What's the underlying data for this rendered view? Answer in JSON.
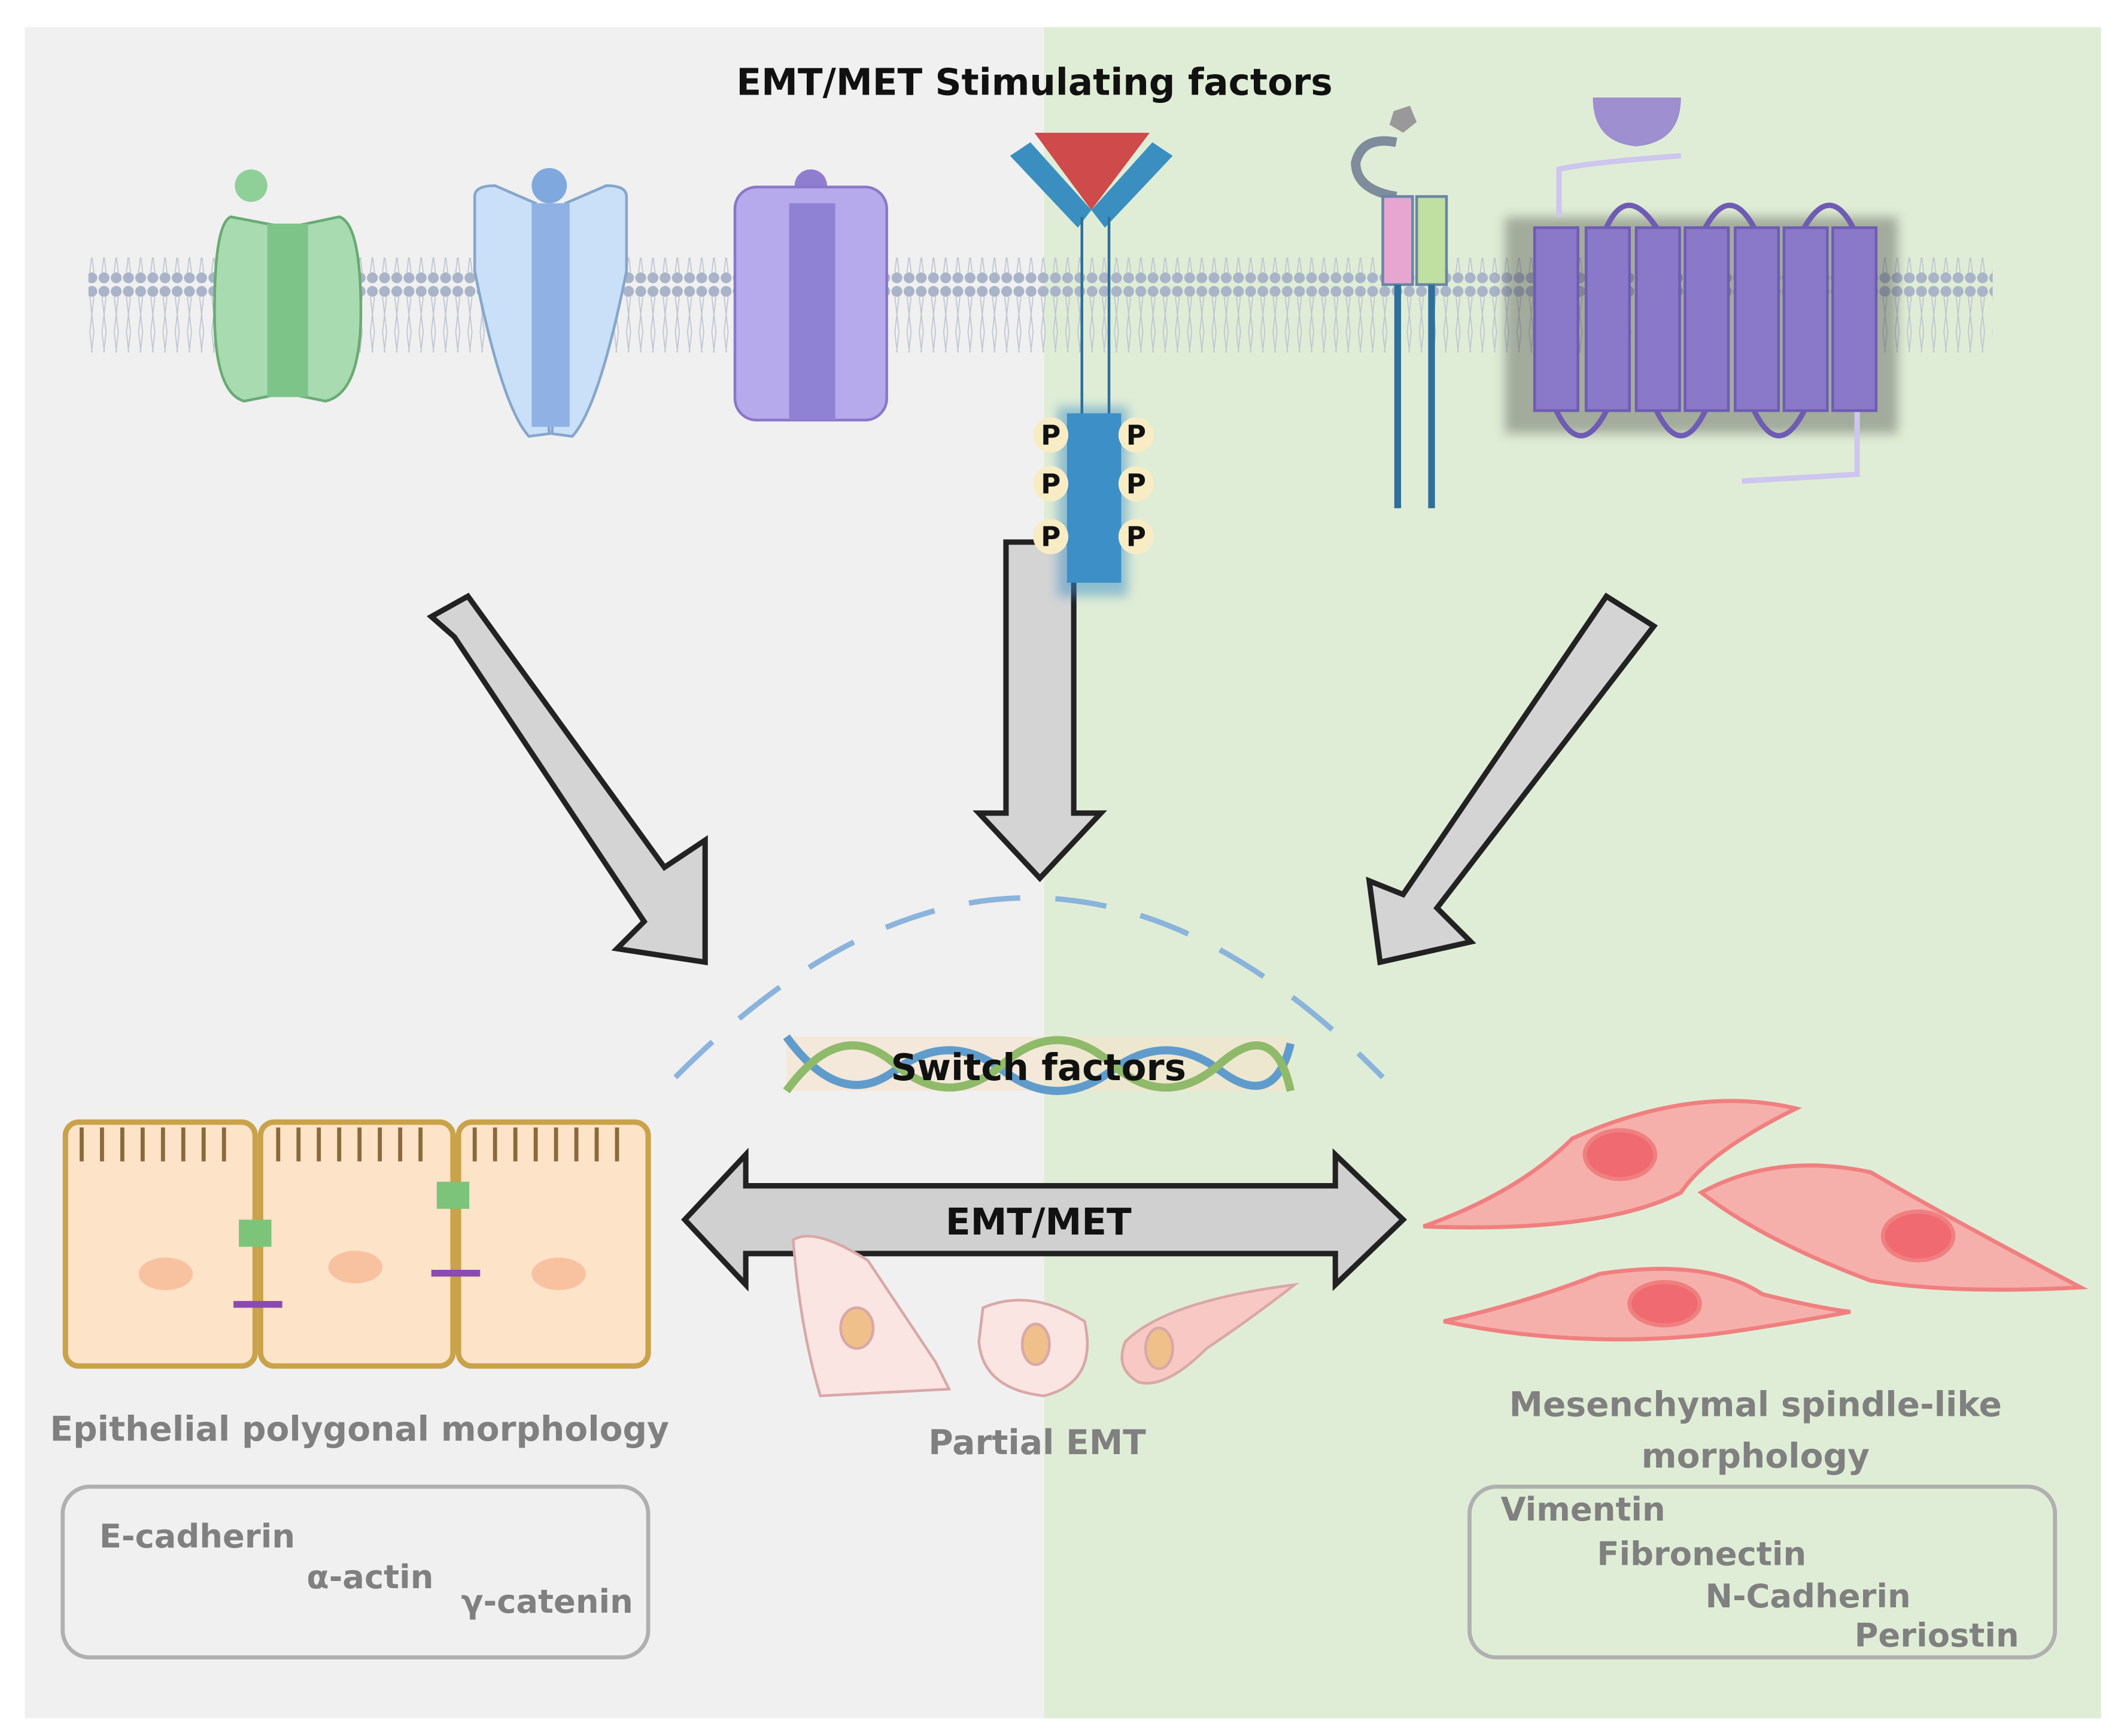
{
  "title": "EMT/MET Stimulating factors",
  "switch_label": "Switch factors",
  "transition_label": "EMT/MET",
  "phospho_label": "P",
  "epithelial": {
    "label": "Epithelial polygonal morphology",
    "markers": [
      "E-cadherin",
      "α-actin",
      "γ-catenin"
    ]
  },
  "partial": {
    "label": "Partial EMT"
  },
  "mesenchymal": {
    "label_line1": "Mesenchymal spindle-like",
    "label_line2": "morphology",
    "markers": [
      "Vimentin",
      "Fibronectin",
      "N-Cadherin",
      "Periostin"
    ]
  },
  "colors": {
    "left_panel": "#f0f0f0",
    "right_panel": "#e0edd6",
    "arrow": "#d0d0d0",
    "epithelial_cell": "#fde3c8",
    "mesenchymal_cell": "#f6a8a4",
    "nucleus": "#f07078"
  }
}
